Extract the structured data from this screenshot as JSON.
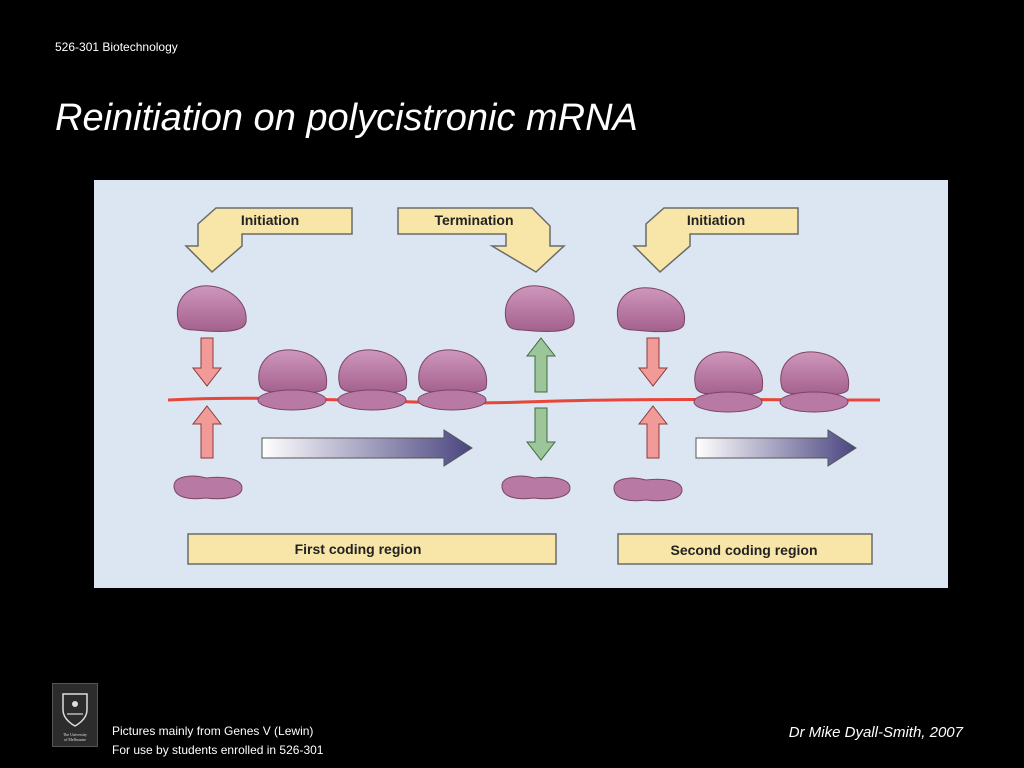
{
  "header": {
    "course": "526-301 Biotechnology",
    "title": "Reinitiation on polycistronic mRNA"
  },
  "diagram": {
    "labels": {
      "initiation_1": "Initiation",
      "termination": "Termination",
      "initiation_2": "Initiation",
      "region_1": "First coding region",
      "region_2": "Second coding region"
    },
    "colors": {
      "background": "#dce6f2",
      "label_box": "#f8e6a8",
      "ribosome": "#b87aa5",
      "mrna": "#e8463a",
      "arrow_red": "#f19a97",
      "arrow_green": "#9cc69a",
      "direction_arrow": "#4a4580"
    }
  },
  "footer": {
    "logo_lines": [
      "The University",
      "of Melbourne"
    ],
    "credit": "Pictures mainly from Genes V (Lewin)",
    "usage": "For use by students enrolled in 526-301",
    "author": "Dr Mike Dyall-Smith, 2007"
  }
}
